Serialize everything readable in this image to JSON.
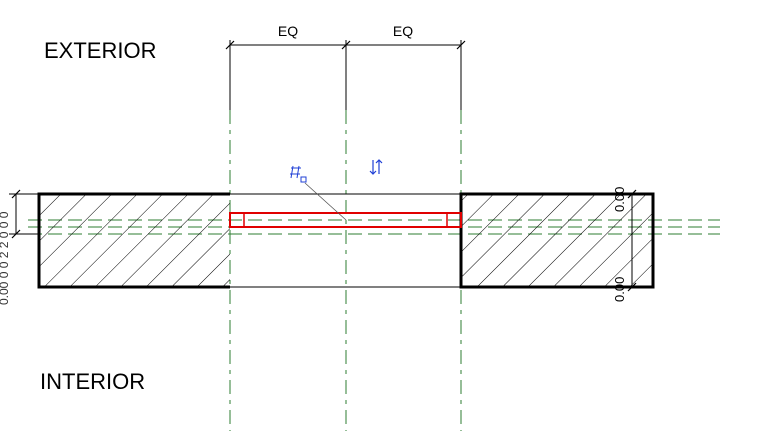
{
  "labels": {
    "exterior": "EXTERIOR",
    "interior": "INTERIOR"
  },
  "dimensions": {
    "eq_left": "EQ",
    "eq_right": "EQ",
    "offset_top": "0.00",
    "offset_bottom": "0.00",
    "side_label": "0.00 0 0 2 2 0 0 0"
  },
  "colors": {
    "wall_line": "#000000",
    "reference_line": "#2e7d32",
    "selected_element": "#e00000",
    "control_icon": "#1f3fd6",
    "background": "#ffffff"
  },
  "icons": {
    "pin": "pin-icon",
    "flip": "flip-arrows-icon"
  }
}
